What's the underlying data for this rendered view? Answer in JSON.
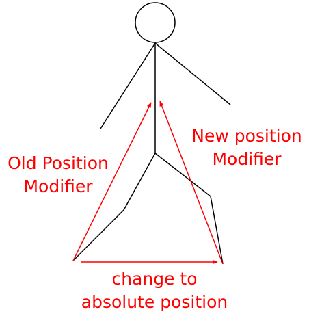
{
  "labels": {
    "old_position": {
      "line1": "Old Position",
      "line2": "Modifier"
    },
    "new_position": {
      "line1": "New position",
      "line2": "Modifier"
    },
    "change": {
      "line1": "change to",
      "line2": "absolute position"
    }
  },
  "colors": {
    "figure": "#000000",
    "annotation": "#ff0000",
    "background": "#ffffff"
  }
}
